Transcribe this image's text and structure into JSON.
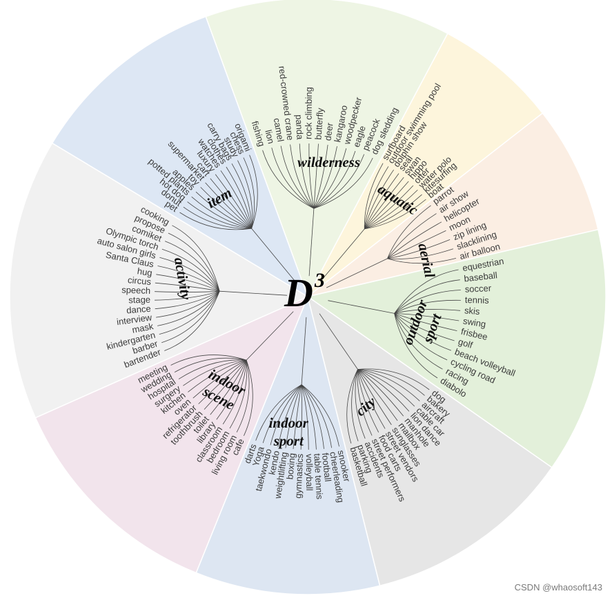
{
  "center": {
    "main": "D",
    "sup": "3"
  },
  "watermark": "CSDN @whaosoft143",
  "categories": [
    {
      "name": "wilderness",
      "label_lines": [
        "wilderness"
      ],
      "color": "#eef5e4",
      "leaves": [
        "fishing",
        "lion",
        "camel",
        "red-crowned crane",
        "panda",
        "rock climbing",
        "butterfly",
        "deer",
        "kangaroo",
        "woodpecker",
        "eagle",
        "peacock",
        "dog sledding"
      ]
    },
    {
      "name": "aquatic",
      "label_lines": [
        "aquatic"
      ],
      "color": "#fdf5dc",
      "leaves": [
        "surfboard",
        "outdoor swimming pool",
        "dolphin show",
        "seal",
        "swan",
        "hippo",
        "otter",
        "water polo",
        "kitesurfing",
        "boat"
      ]
    },
    {
      "name": "aerial",
      "label_lines": [
        "aerial"
      ],
      "color": "#fbeee3",
      "leaves": [
        "parrot",
        "air show",
        "helicopter",
        "moon",
        "zip lining",
        "slacklining",
        "air balloon"
      ]
    },
    {
      "name": "outdoor sport",
      "label_lines": [
        "outdoor",
        "sport"
      ],
      "color": "#e3f0da",
      "leaves": [
        "equestrian",
        "baseball",
        "soccer",
        "tennis",
        "skis",
        "swing",
        "frisbee",
        "golf",
        "beach volleyball",
        "cycling road",
        "racing",
        "diabolo"
      ]
    },
    {
      "name": "city",
      "label_lines": [
        "city"
      ],
      "color": "#e6e6e6",
      "leaves": [
        "dog",
        "bakery",
        "aircraft",
        "cable car",
        "lion dance",
        "manhole",
        "mailbox",
        "sunglasses",
        "street vendors",
        "food carts",
        "street performers",
        "accidents",
        "parking",
        "basketball"
      ]
    },
    {
      "name": "indoor sport",
      "label_lines": [
        "indoor",
        "sport"
      ],
      "color": "#dde6f2",
      "leaves": [
        "snooker",
        "cheerleading",
        "football",
        "table tennis",
        "volleyball",
        "gymnastics",
        "boxing",
        "weightlifting",
        "kendo",
        "taekwondo",
        "Yoga",
        "darts"
      ]
    },
    {
      "name": "indoor scene",
      "label_lines": [
        "indoor",
        "scene"
      ],
      "color": "#f2e4ec",
      "leaves": [
        "cafe",
        "living room",
        "bedroom",
        "classroom",
        "library",
        "toilet",
        "toothbrush",
        "refrigerator",
        "oven",
        "kitchen",
        "surgery",
        "hospital",
        "wedding",
        "meeting"
      ]
    },
    {
      "name": "activity",
      "label_lines": [
        "activity"
      ],
      "color": "#f1f1f1",
      "leaves": [
        "bartender",
        "barber",
        "kindergarten",
        "mask",
        "interview",
        "dance",
        "stage",
        "speech",
        "circus",
        "hug",
        "Santa Claus",
        "auto salon girls",
        "Olympic torch",
        "comiket",
        "propose",
        "cooking"
      ]
    },
    {
      "name": "item",
      "label_lines": [
        "item"
      ],
      "color": "#dde7f4",
      "leaves": [
        "pet",
        "donut",
        "hot dog",
        "potted plants",
        "apples",
        "toy",
        "supermarket",
        "cart",
        "luxury",
        "watches",
        "clothes",
        "carry bags",
        "study",
        "chess",
        "origami"
      ]
    }
  ]
}
